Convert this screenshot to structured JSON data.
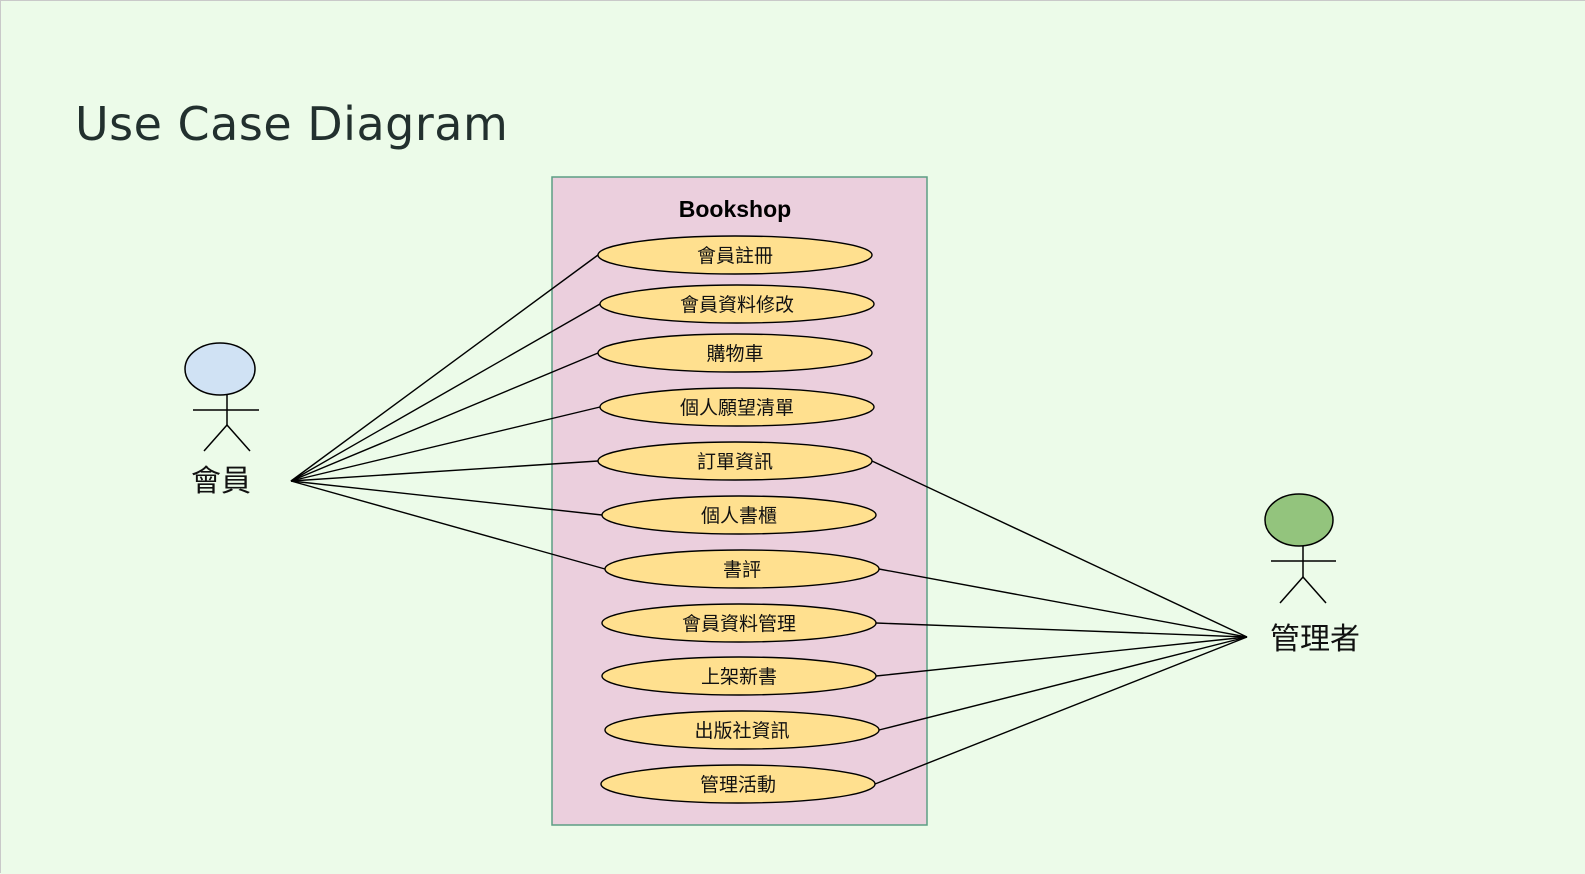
{
  "title": "Use Case Diagram",
  "system": {
    "name": "Bookshop",
    "fill": "#ebcfdd",
    "border": "#5d9e84"
  },
  "actors": {
    "member": {
      "name": "會員",
      "head_color": "#d0e2f4"
    },
    "admin": {
      "name": "管理者",
      "head_color": "#93c47d"
    }
  },
  "use_cases": [
    {
      "label": "會員註冊",
      "actors": [
        "member"
      ]
    },
    {
      "label": "會員資料修改",
      "actors": [
        "member"
      ]
    },
    {
      "label": "購物車",
      "actors": [
        "member"
      ]
    },
    {
      "label": "個人願望清單",
      "actors": [
        "member"
      ]
    },
    {
      "label": "訂單資訊",
      "actors": [
        "member",
        "admin"
      ]
    },
    {
      "label": "個人書櫃",
      "actors": [
        "member"
      ]
    },
    {
      "label": "書評",
      "actors": [
        "member",
        "admin"
      ]
    },
    {
      "label": "會員資料管理",
      "actors": [
        "admin"
      ]
    },
    {
      "label": "上架新書",
      "actors": [
        "admin"
      ]
    },
    {
      "label": "出版社資訊",
      "actors": [
        "admin"
      ]
    },
    {
      "label": "管理活動",
      "actors": [
        "admin"
      ]
    }
  ],
  "colors": {
    "use_case_fill": "#ffe08f",
    "background": "#ecfbe9"
  }
}
